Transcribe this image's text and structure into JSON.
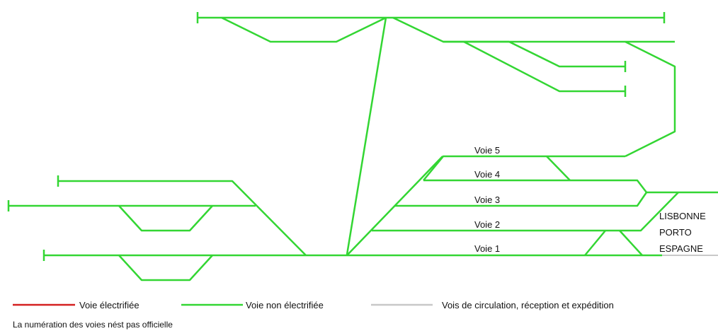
{
  "colors": {
    "electrified": "#d42020",
    "non_electrified": "#33d633",
    "circulation": "#c8c8c8"
  },
  "track_labels": {
    "voie5": "Voie 5",
    "voie4": "Voie 4",
    "voie3": "Voie 3",
    "voie2": "Voie 2",
    "voie1": "Voie 1"
  },
  "destinations": {
    "lisbonne": "LISBONNE",
    "porto": "PORTO",
    "espagne": "ESPAGNE"
  },
  "legend": {
    "electrified": "Voie électrifiée",
    "non_electrified": "Voie non électrifiée",
    "circulation": "Vois de circulation, réception et expédition"
  },
  "note": "La numération des voies nést pas officielle"
}
